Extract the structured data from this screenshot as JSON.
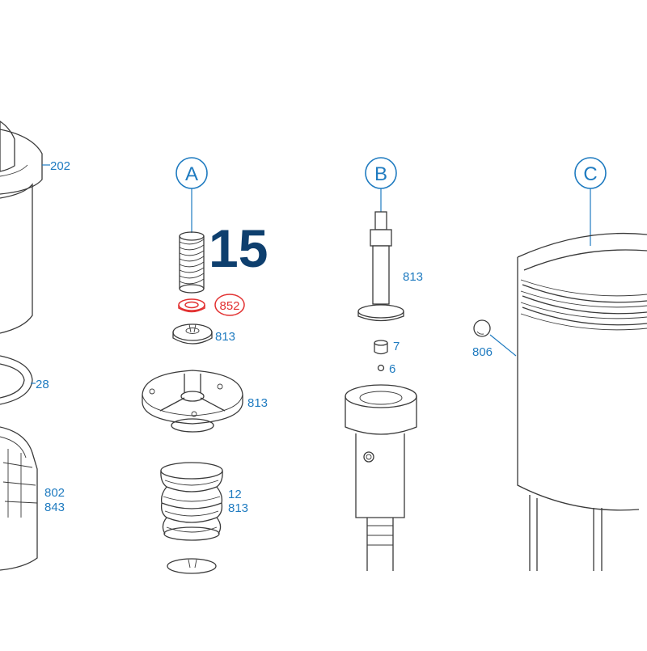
{
  "figure_number": "15",
  "sections": {
    "a": "A",
    "b": "B",
    "c": "C"
  },
  "callouts": {
    "c202": "202",
    "c28": "28",
    "c802": "802",
    "c843": "843",
    "c852": "852",
    "c813_washer": "813",
    "c813_plate": "813",
    "c12": "12",
    "c813_spring": "813",
    "c813_stem": "813",
    "c7": "7",
    "c6": "6",
    "c806": "806"
  },
  "colors": {
    "callout": "#1f7bc0",
    "highlight": "#e23030",
    "figure_number": "#0e3f6e",
    "line": "#3a3a3a"
  }
}
